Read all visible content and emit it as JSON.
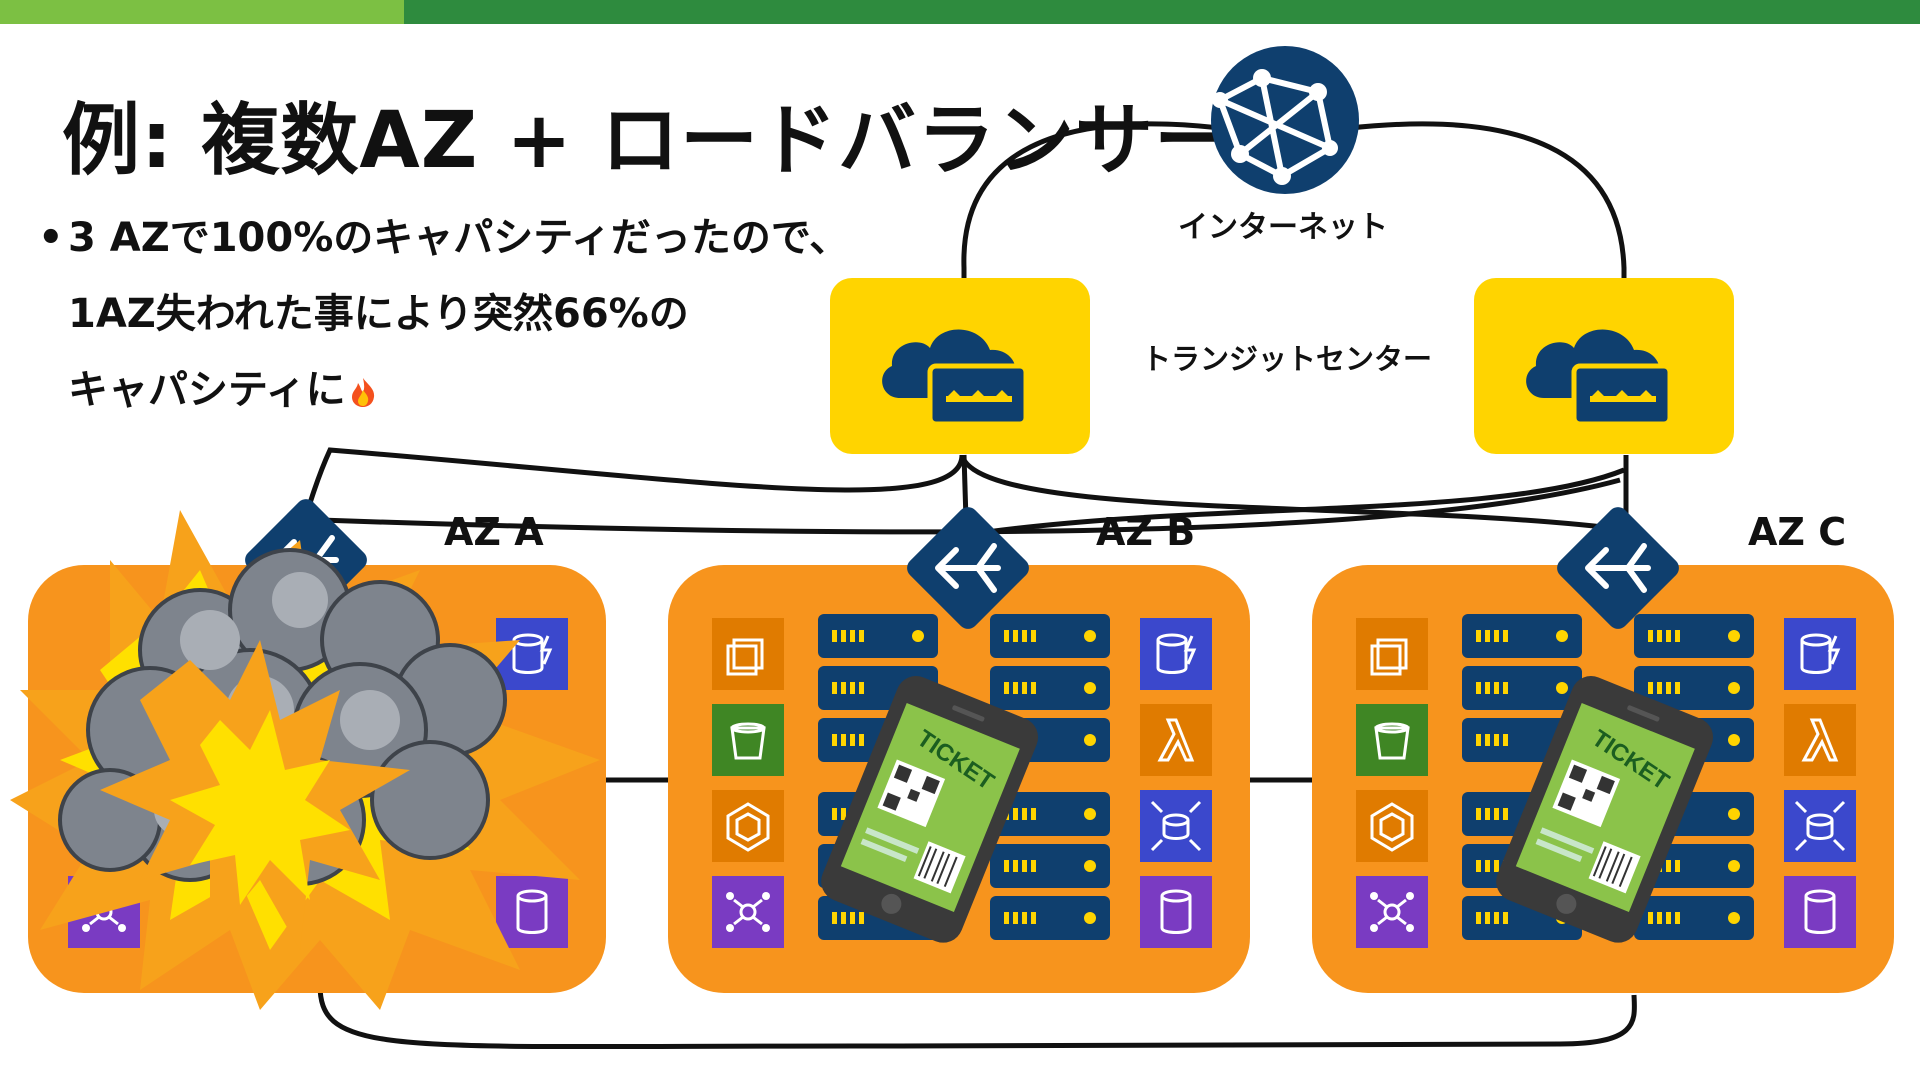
{
  "slide": {
    "title": "例: 複数AZ + ロードバランサー",
    "bullet_marker": "•",
    "bullet_lines": [
      "3 AZで100%のキャパシティだったので、",
      "1AZ失われた事により突然66%の",
      "キャパシティに"
    ],
    "bullet_emoji": "fire-icon",
    "internet_label": "インターネット",
    "transit_label": "トランジットセンター",
    "az_labels": [
      "AZ A",
      "AZ B",
      "AZ C"
    ],
    "ticket_text": "TICKET",
    "colors": {
      "topbar_light": "#7cc043",
      "topbar_dark": "#2e8b3e",
      "az_orange": "#f7941d",
      "gateway_yellow": "#ffd400",
      "navy": "#0f3f6e",
      "explosion_yellow": "#ffe000",
      "smoke_gray": "#8a8f98"
    }
  }
}
